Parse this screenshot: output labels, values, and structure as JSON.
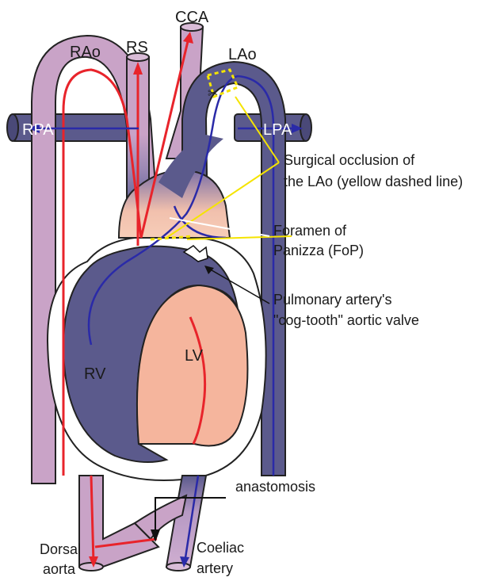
{
  "labels": {
    "cca": "CCA",
    "rs": "RS",
    "rao": "RAo",
    "lao": "LAo",
    "rpa": "RPA",
    "lpa": "LPA",
    "rv": "RV",
    "lv": "LV",
    "surgical_line1": "Surgical occlusion of",
    "surgical_line2": "the LAo (yellow dashed line)",
    "fop_line1": "Foramen of",
    "fop_line2": "Panizza (FoP)",
    "valve_line1": "Pulmonary artery's",
    "valve_line2": "\"cog-tooth\" aortic valve",
    "anastomosis": "anastomosis",
    "dorsal_line1": "Dorsal",
    "dorsal_line2": "aorta",
    "coeliac_line1": "Coeliac",
    "coeliac_line2": "artery"
  },
  "colors": {
    "oxygenated": "#e8242b",
    "deoxygenated": "#2a2aa8",
    "vessel_pink": "#c9a3c7",
    "vessel_purple": "#5b5a8c",
    "lv_fill": "#f5b59d",
    "occlusion": "#f5e400"
  }
}
